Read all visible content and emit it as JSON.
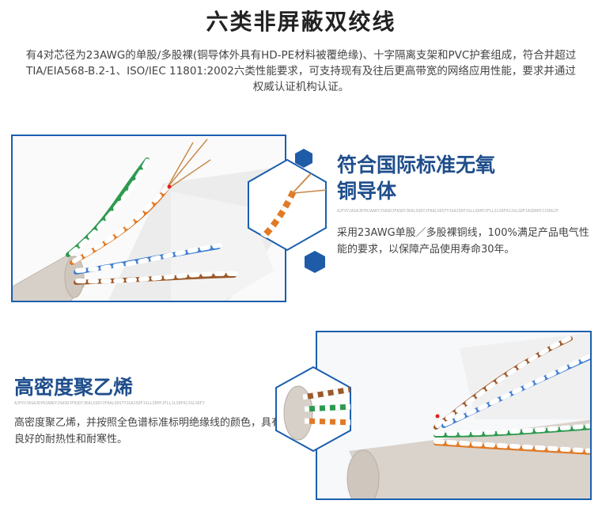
{
  "title": "六类非屏蔽双绞线",
  "intro": "有4对芯径为23AWG的单股/多股裸(铜导体外具有HD-PE材料被覆绝缘)、十字隔离支架和PVC护套组成，符合并超过TIA/EIA568-B.2-1、ISO/IEC 11801:2002六类性能要求，可支持现有及往后更高带宽的网络应用性能，要求并通过权威认证机构认证。",
  "feature1": {
    "heading_line1": "符合国际标准无氧",
    "heading_line2": "铜导体",
    "tiny_text": "AJFVYJASAJDYHJAADYJSASDJFASDYJKALSSDYJFAALSDSTYJGAJSDFJGLLSDHYJFLLJLSDFAJJGLSDFJASDDHYJJSDGJF",
    "body": "采用23AWG单股／多股裸铜线，100%满足产品电气性能的要求，以保障产品使用寿命30年。"
  },
  "feature2": {
    "heading": "高密度聚乙烯",
    "tiny_text": "AJFVYJASAJDYHJAADYJSASDJFASDYJKALSSDYJFAALSDSTYJGAJSDFJGLLSDHYJFLLJLSDFAJJGLSDFJ",
    "body": "高密度聚乙烯，并按照全色谱标准标明绝缘线的颜色，具有良好的耐热性和耐寒性。"
  },
  "colors": {
    "accent_blue": "#1b5fae",
    "heading_blue": "#1f4e8c",
    "hexagon_blue": "#1f5ca8"
  }
}
